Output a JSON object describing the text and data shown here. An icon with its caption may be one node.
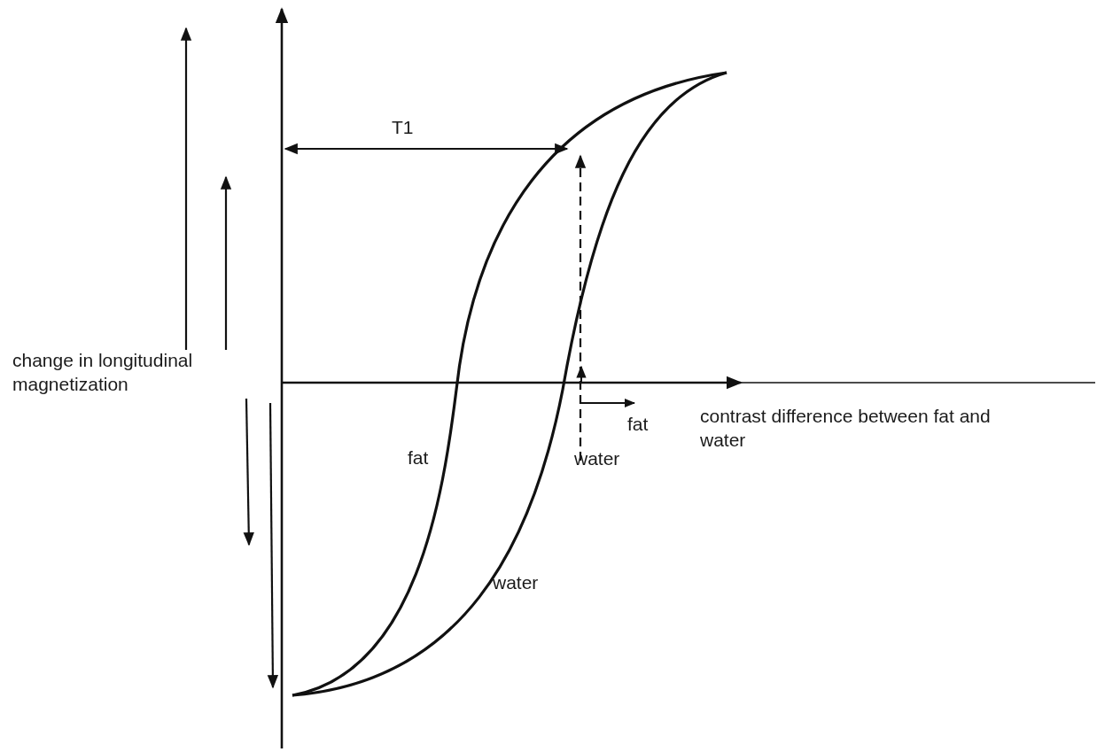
{
  "diagram": {
    "labels": [
      "T1",
      "change in longitudinal magnetization",
      "fat",
      "contrast difference between fat and water",
      "water",
      "fat",
      "water"
    ]
  }
}
